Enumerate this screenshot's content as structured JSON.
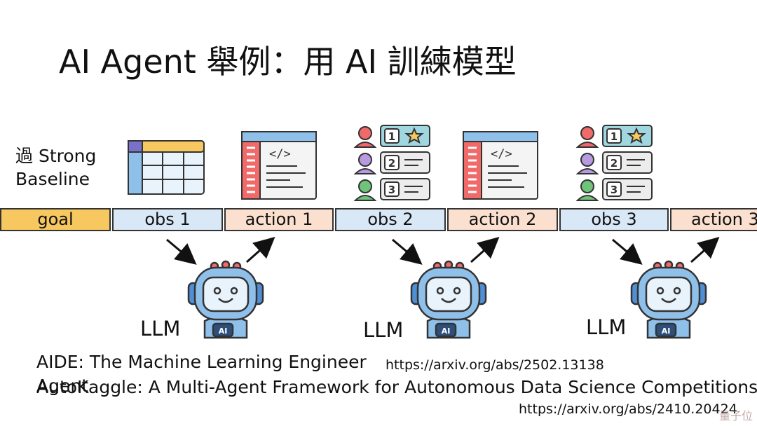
{
  "slide": {
    "title": "AI Agent 舉例：用 AI 訓練模型",
    "baseline_note_line1": "過 Strong",
    "baseline_note_line2": "Baseline"
  },
  "timeline": [
    {
      "label": "goal",
      "kind": "goal",
      "color": "#f6c85f"
    },
    {
      "label": "obs 1",
      "kind": "obs",
      "color": "#d9e8f6"
    },
    {
      "label": "action 1",
      "kind": "action",
      "color": "#fbe0cf"
    },
    {
      "label": "obs 2",
      "kind": "obs",
      "color": "#d9e8f6"
    },
    {
      "label": "action 2",
      "kind": "action",
      "color": "#fbe0cf"
    },
    {
      "label": "obs 3",
      "kind": "obs",
      "color": "#d9e8f6"
    },
    {
      "label": "action 3",
      "kind": "action",
      "color": "#fbe0cf"
    }
  ],
  "llm_nodes": [
    {
      "label": "LLM",
      "chip": "AI"
    },
    {
      "label": "LLM",
      "chip": "AI"
    },
    {
      "label": "LLM",
      "chip": "AI"
    }
  ],
  "icons": [
    "spreadsheet-icon",
    "code-window-icon",
    "leaderboard-icon",
    "code-window-icon",
    "leaderboard-icon"
  ],
  "leaderboard_ranks": [
    "1",
    "2",
    "3"
  ],
  "code_glyph": "</>",
  "references": [
    {
      "title": "AIDE: The Machine Learning Engineer Agent",
      "url": "https://arxiv.org/abs/2502.13138"
    },
    {
      "title": "AutoKaggle: A Multi-Agent Framework for Autonomous Data Science Competitions",
      "url": "https://arxiv.org/abs/2410.20424"
    }
  ],
  "watermark": "量子位"
}
